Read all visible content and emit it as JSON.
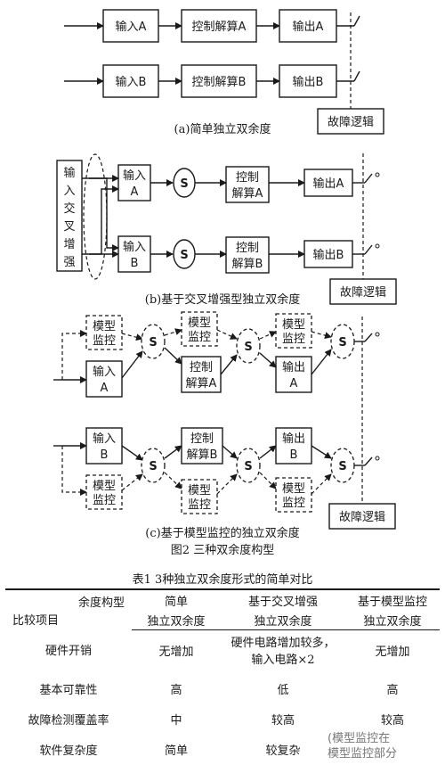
{
  "figure": {
    "a": {
      "rows": [
        {
          "input": "输入A",
          "control": "控制解算A",
          "output": "输出A"
        },
        {
          "input": "输入B",
          "control": "控制解算B",
          "output": "输出B"
        }
      ],
      "fault": "故障逻辑",
      "caption": "(a)简单独立双余度"
    },
    "b": {
      "cross_input": "输入交叉增强",
      "cross_chars": [
        "输",
        "入",
        "交",
        "叉",
        "增",
        "强"
      ],
      "inputs": [
        [
          "输入",
          "A"
        ],
        [
          "输入",
          "B"
        ]
      ],
      "selector": "S",
      "controls": [
        [
          "控制",
          "解算A"
        ],
        [
          "控制",
          "解算B"
        ]
      ],
      "outputs": [
        "输出A",
        "输出B"
      ],
      "fault": "故障逻辑",
      "caption": "(b)基于交叉增强型独立双余度"
    },
    "c": {
      "top": {
        "model1": [
          "模型",
          "监控"
        ],
        "input": [
          "输入",
          "A"
        ],
        "model2": [
          "模型",
          "监控"
        ],
        "control": [
          "控制",
          "解算A"
        ],
        "model3": [
          "模型",
          "监控"
        ],
        "output": [
          "输出",
          "A"
        ]
      },
      "bottom": {
        "input": [
          "输入",
          "B"
        ],
        "model1": [
          "模型",
          "监控"
        ],
        "control": [
          "控制",
          "解算B"
        ],
        "model2": [
          "模型",
          "监控"
        ],
        "output": [
          "输出",
          "B"
        ],
        "model3": [
          "模型",
          "监控"
        ]
      },
      "selector": "S",
      "fault": "故障逻辑",
      "caption": "(c)基于模型监控的独立双余度"
    },
    "caption": "图2  三种双余度构型"
  },
  "table": {
    "title": "表1  3种独立双余度形式的简单对比",
    "corner_top": "余度构型",
    "corner_bottom": "比较项目",
    "columns": [
      [
        "简单",
        "独立双余度"
      ],
      [
        "基于交叉增强",
        "独立双余度"
      ],
      [
        "基于模型监控",
        "独立双余度"
      ]
    ],
    "rows": [
      {
        "item": "硬件开销",
        "values": [
          "无增加",
          "硬件电路增加较多，\n输入电路×2",
          "无增加"
        ]
      },
      {
        "item": "基本可靠性",
        "values": [
          "高",
          "低",
          "高"
        ]
      },
      {
        "item": "故障检测覆盖率",
        "values": [
          "中",
          "较高",
          "较高"
        ]
      },
      {
        "item": "软件复杂度",
        "values": [
          "简单",
          "较复杂",
          ""
        ]
      }
    ]
  },
  "watermark": [
    "(模型监控在",
    "模型监控部分"
  ]
}
